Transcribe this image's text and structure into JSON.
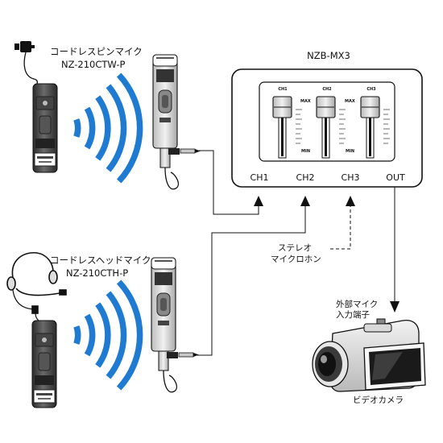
{
  "mixer": {
    "title": "NZB-MX3",
    "slider_labels": [
      "CH1",
      "CH2",
      "CH3"
    ],
    "scale_max": "MAX",
    "scale_min": "MIN",
    "ports": [
      "CH1",
      "CH2",
      "CH3",
      "OUT"
    ]
  },
  "lavalier_set": {
    "line1": "コードレスピンマイク",
    "line2": "NZ-210CTW-P"
  },
  "headset_set": {
    "line1": "コードレスヘッドマイク",
    "line2": "NZ-210CTH-P"
  },
  "stereo_mic": {
    "line1": "ステレオ",
    "line2": "マイクロホン"
  },
  "camera": {
    "input_line1": "外部マイク",
    "input_line2": "入力端子",
    "label": "ビデオカメラ"
  },
  "colors": {
    "waves": "#1f7ad1",
    "line": "#111111"
  }
}
